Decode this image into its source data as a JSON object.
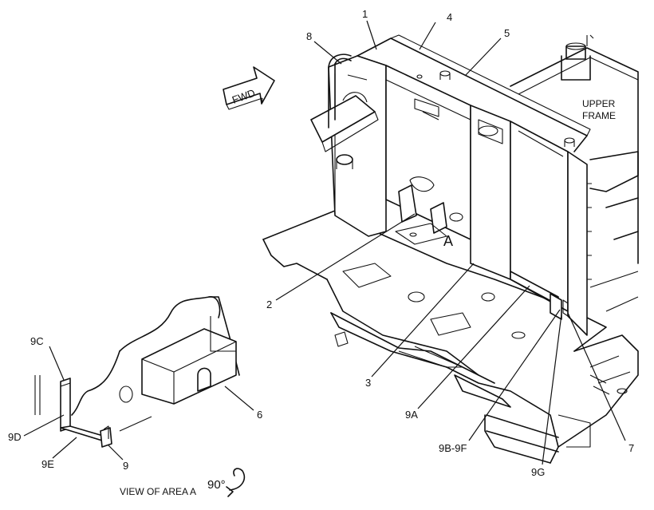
{
  "callouts": {
    "c1": "1",
    "c2": "2",
    "c3": "3",
    "c4": "4",
    "c5": "5",
    "c6": "6",
    "c7": "7",
    "c8": "8",
    "c9": "9",
    "c9A": "9A",
    "c9B9F": "9B-9F",
    "c9C": "9C",
    "c9D": "9D",
    "c9E": "9E",
    "c9G": "9G",
    "area": "A"
  },
  "labels": {
    "fwd": "FWD",
    "upper_frame_line1": "UPPER",
    "upper_frame_line2": "FRAME",
    "view_caption": "VIEW OF AREA A",
    "rotation": "90°"
  },
  "icons": {
    "fwd_arrow": "forward-direction-arrow-icon",
    "rotation": "rotate-arrow-icon"
  }
}
